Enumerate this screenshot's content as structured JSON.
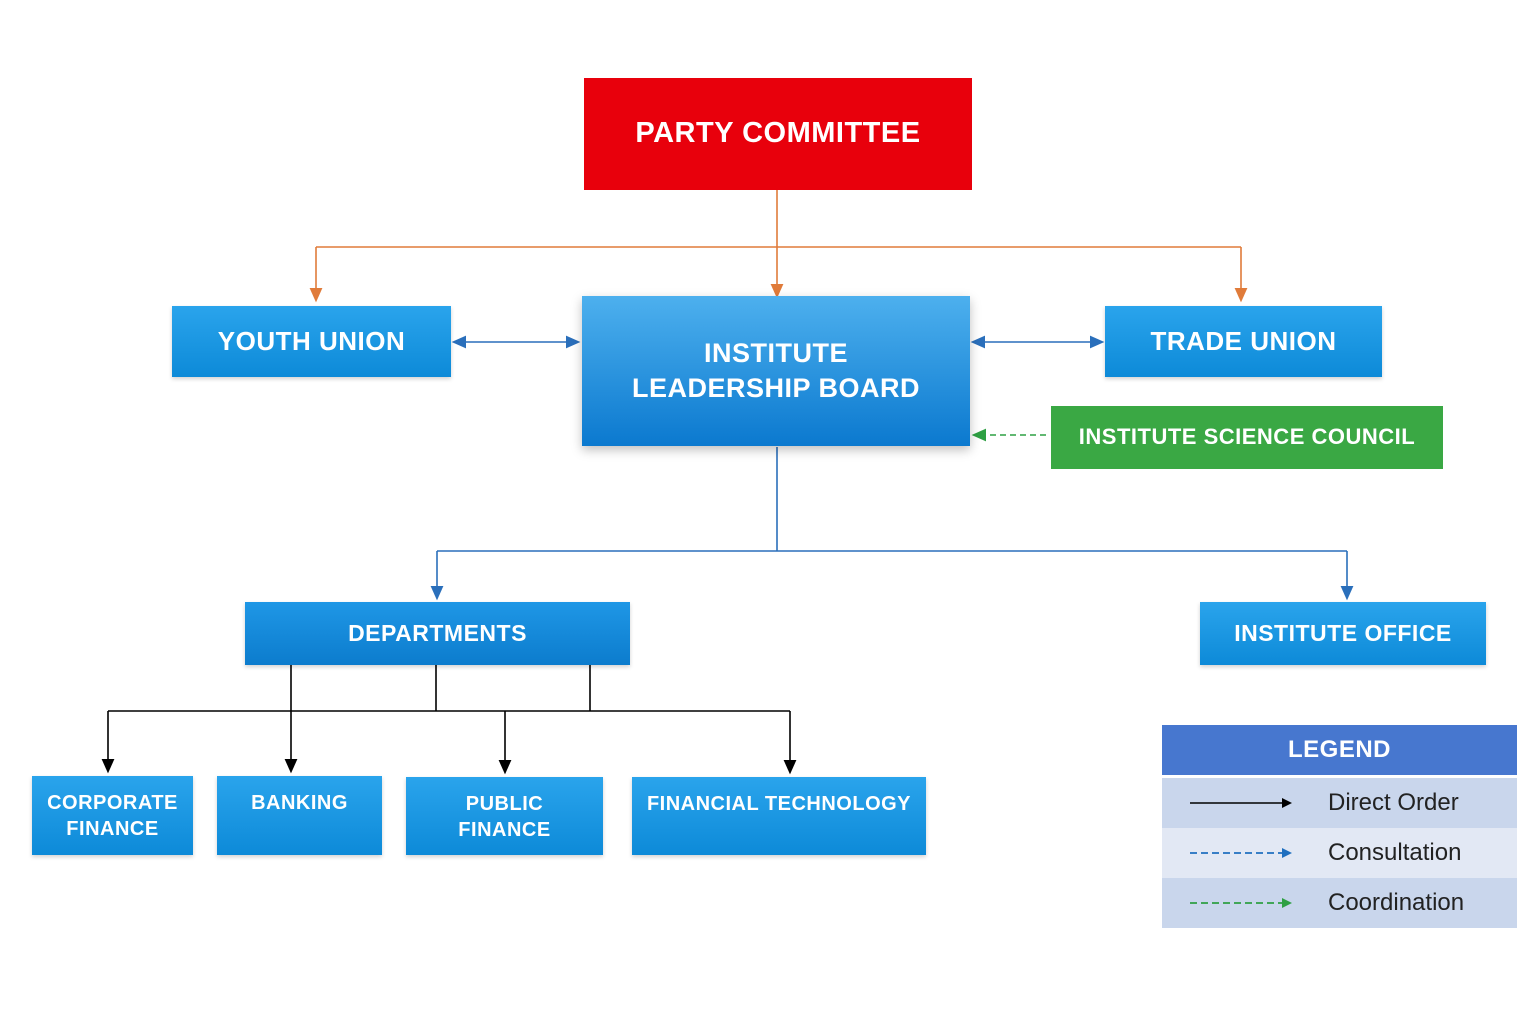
{
  "nodes": {
    "party_committee": "PARTY COMMITTEE",
    "youth_union": "YOUTH UNION",
    "leadership_board": "INSTITUTE\nLEADERSHIP BOARD",
    "trade_union": "TRADE UNION",
    "science_council": "INSTITUTE SCIENCE COUNCIL",
    "departments": "DEPARTMENTS",
    "institute_office": "INSTITUTE OFFICE",
    "corporate_finance": "CORPORATE\nFINANCE",
    "banking": "BANKING",
    "public_finance": "PUBLIC\nFINANCE",
    "financial_technology": "FINANCIAL TECHNOLOGY"
  },
  "legend": {
    "title": "LEGEND",
    "items": [
      {
        "label": "Direct Order",
        "style": "solid",
        "color": "#000000"
      },
      {
        "label": "Consultation",
        "style": "dashed",
        "color": "#1f6fbf"
      },
      {
        "label": "Coordination",
        "style": "dashed",
        "color": "#2ea043"
      }
    ]
  },
  "colors": {
    "party_committee": "#e8000c",
    "unit": "#1a96e3",
    "science_council": "#3aa844",
    "party_links": "#e07b3a",
    "board_links": "#2a6fbb",
    "direct_order": "#000000",
    "legend_header": "#4777cf"
  }
}
